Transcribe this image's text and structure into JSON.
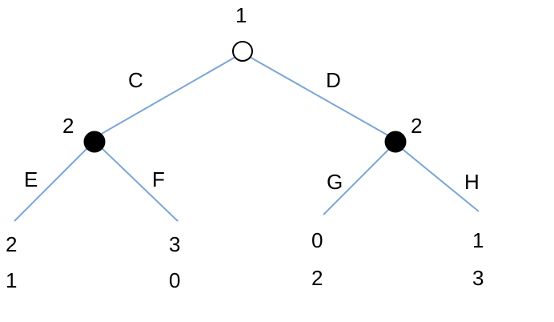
{
  "root": {
    "player": "1",
    "type": "open"
  },
  "decision_nodes": [
    {
      "id": "left",
      "player": "2",
      "type": "filled"
    },
    {
      "id": "right",
      "player": "2",
      "type": "filled"
    }
  ],
  "edges": {
    "root_left": "C",
    "root_right": "D",
    "left_left": "E",
    "left_right": "F",
    "right_left": "G",
    "right_right": "H"
  },
  "payoffs": [
    {
      "p1": "2",
      "p2": "1"
    },
    {
      "p1": "3",
      "p2": "0"
    },
    {
      "p1": "0",
      "p2": "2"
    },
    {
      "p1": "1",
      "p2": "3"
    }
  ],
  "colors": {
    "edge": "#7aa6d6",
    "node": "#000000"
  }
}
